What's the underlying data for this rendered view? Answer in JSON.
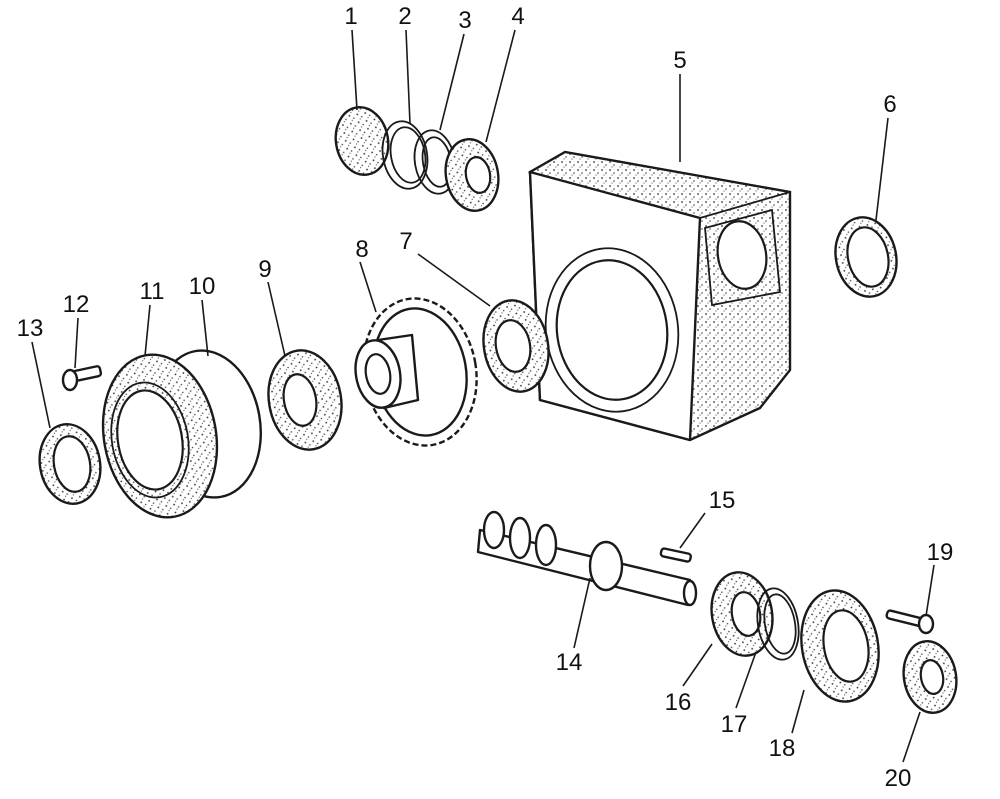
{
  "diagram": {
    "type": "exploded-parts-view",
    "line_color": "#1a1a1a",
    "background": "#ffffff",
    "callouts": [
      {
        "label": "1"
      },
      {
        "label": "2"
      },
      {
        "label": "3"
      },
      {
        "label": "4"
      },
      {
        "label": "5"
      },
      {
        "label": "6"
      },
      {
        "label": "7"
      },
      {
        "label": "8"
      },
      {
        "label": "9"
      },
      {
        "label": "10"
      },
      {
        "label": "11"
      },
      {
        "label": "12"
      },
      {
        "label": "13"
      },
      {
        "label": "14"
      },
      {
        "label": "15"
      },
      {
        "label": "16"
      },
      {
        "label": "17"
      },
      {
        "label": "18"
      },
      {
        "label": "19"
      },
      {
        "label": "20"
      }
    ]
  }
}
